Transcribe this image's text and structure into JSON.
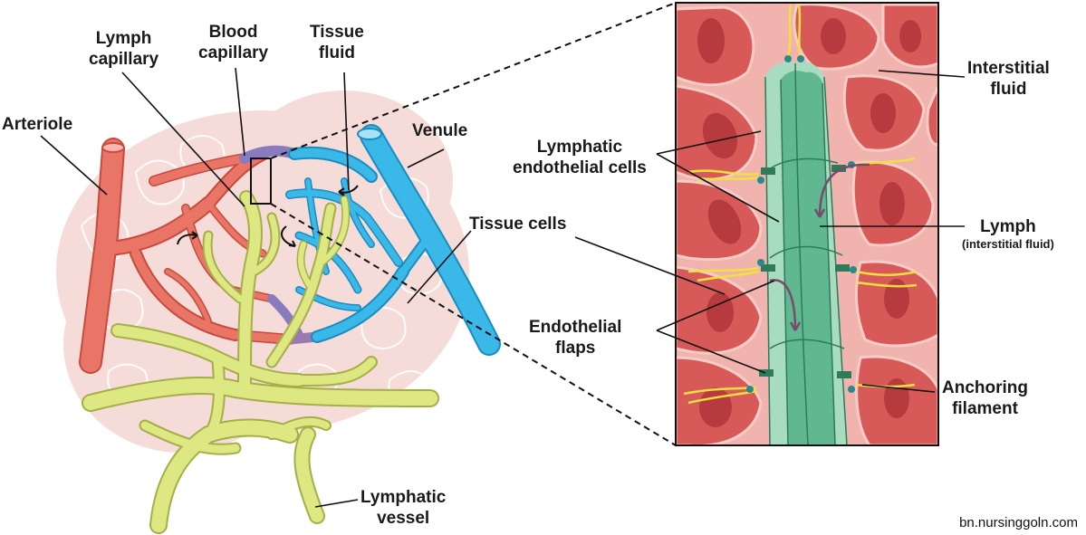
{
  "labels": {
    "arteriole": "Arteriole",
    "lymph_capillary": [
      "Lymph",
      "capillary"
    ],
    "blood_capillary": [
      "Blood",
      "capillary"
    ],
    "tissue_fluid": [
      "Tissue",
      "fluid"
    ],
    "venule": "Venule",
    "tissue_cells": "Tissue cells",
    "lymphatic_vessel": [
      "Lymphatic",
      "vessel"
    ],
    "interstitial_fluid": [
      "Interstitial",
      "fluid"
    ],
    "lymphatic_endothelial_cells": [
      "Lymphatic",
      "endothelial cells"
    ],
    "lymph": "Lymph",
    "lymph_sub": "(interstitial fluid)",
    "endothelial_flaps": [
      "Endothelial",
      "flaps"
    ],
    "anchoring_filament": [
      "Anchoring",
      "filament"
    ]
  },
  "credit": "bn.nursinggoln.com",
  "colors": {
    "arteriole": "#e87565",
    "venule": "#3ab8e8",
    "lymph_vessel": "#dde882",
    "tissue_bg": "#f6dcd8",
    "cell": "#d85a58",
    "nucleus": "#b73a3e",
    "interstitial": "#f0b3ad",
    "lymph_capillary": "#5fb890",
    "anchoring_filament": "#f0e040"
  }
}
